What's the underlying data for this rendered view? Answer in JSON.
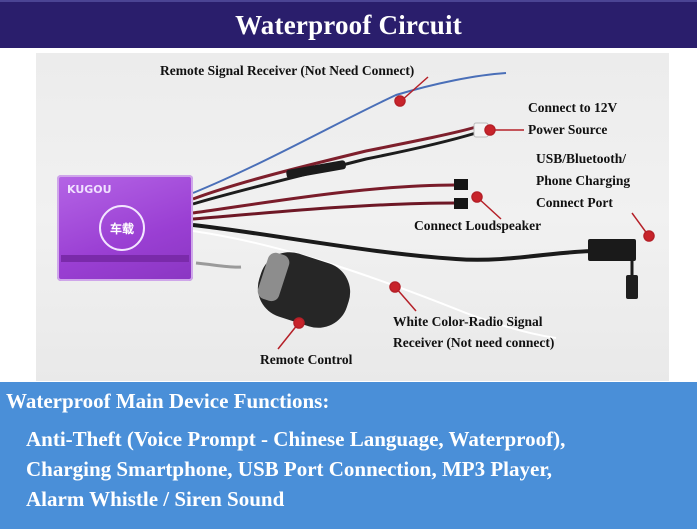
{
  "header": {
    "title": "Waterproof Circuit"
  },
  "photo": {
    "device_brand": "KUGOU",
    "device_logo_text": "车载",
    "labels": {
      "remote_signal_receiver": "Remote Signal Receiver (Not Need Connect)",
      "power_line1": "Connect to 12V",
      "power_line2": "Power Source",
      "usb_line1": "USB/Bluetooth/",
      "usb_line2": "Phone Charging",
      "usb_line3": "Connect Port",
      "loudspeaker": "Connect Loudspeaker",
      "white_radio_line1": "White Color-Radio Signal",
      "white_radio_line2": "Receiver (Not need connect)",
      "remote_control": "Remote Control"
    },
    "colors": {
      "marker": "#c8232a",
      "device": "#9a3fd3"
    }
  },
  "functions": {
    "heading": "Waterproof Main Device Functions:",
    "lines": [
      "Anti-Theft (Voice Prompt - Chinese Language, Waterproof),",
      "Charging Smartphone, USB Port Connection, MP3 Player,",
      "Alarm Whistle / Siren Sound"
    ]
  },
  "colors": {
    "header_bg": "#2a1e6c",
    "functions_bg": "#4a8fd8"
  }
}
